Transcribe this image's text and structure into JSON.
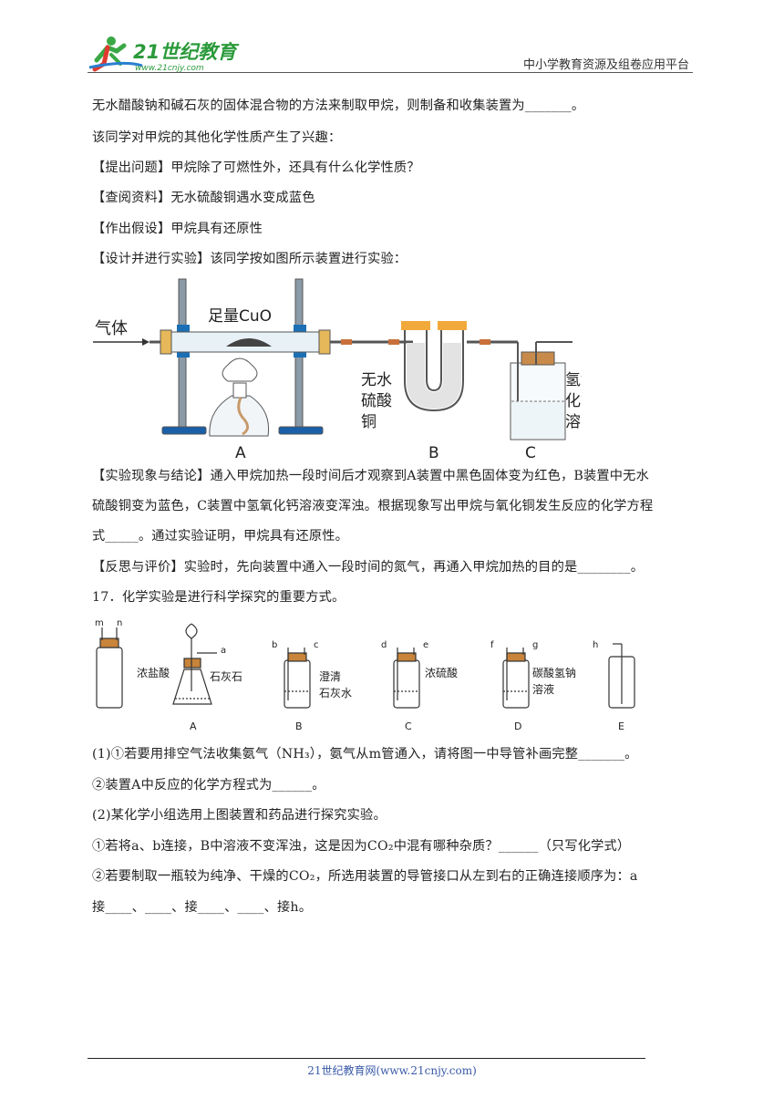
{
  "header": {
    "logo_text": "21世纪教育",
    "logo_url": "www.21cnjy.com",
    "right_text": "中小学教育资源及组卷应用平台"
  },
  "paragraphs": [
    "无水醋酸钠和碱石灰的固体混合物的方法来制取甲烷，则制备和收集装置为_______。",
    "该同学对甲烷的其他化学性质产生了兴趣：",
    "【提出问题】甲烷除了可燃性外，还具有什么化学性质？",
    "【查阅资料】无水硫酸铜遇水变成蓝色",
    "【作出假设】甲烷具有还原性",
    "【设计并进行实验】该同学按如图所示装置进行实验："
  ],
  "figure1": {
    "gas_label": "气体",
    "cuo_label": "足量CuO",
    "cuso4_label": [
      "无水",
      "硫酸",
      "铜"
    ],
    "caoh_label": [
      "氢氧",
      "化钙",
      "溶液"
    ],
    "letters": [
      "A",
      "B",
      "C"
    ]
  },
  "paragraphs2": [
    "【实验现象与结论】通入甲烷加热一段时间后才观察到A装置中黑色固体变为红色，B装置中无水",
    "硫酸铜变为蓝色，C装置中氢氧化钙溶液变浑浊。根据现象写出甲烷与氧化铜发生反应的化学方程",
    "式_____。通过实验证明，甲烷具有还原性。",
    "【反思与评价】实验时，先向装置中通入一段时间的氮气，再通入甲烷加热的目的是________。",
    "17．化学实验是进行科学探究的重要方式。"
  ],
  "figure2": {
    "port_labels": [
      "m",
      "n",
      "a",
      "b",
      "c",
      "d",
      "e",
      "f",
      "g",
      "h"
    ],
    "acid_label": "浓盐酸",
    "stone_label": "石灰石",
    "limewater_label": [
      "澄清",
      "石灰水"
    ],
    "h2so4_label": "浓硫酸",
    "nahco3_label": [
      "碳酸氢钠",
      "溶液"
    ],
    "letters": [
      "A",
      "B",
      "C",
      "D",
      "E"
    ]
  },
  "paragraphs3": [
    "(1)①若要用排空气法收集氨气（NH₃），氨气从m管通入，请将图一中导管补画完整_______。",
    "②装置A中反应的化学方程式为______。",
    "(2)某化学小组选用上图装置和药品进行探究实验。",
    "①若将a、b连接，B中溶液不变浑浊，这是因为CO₂中混有哪种杂质？______（只写化学式）",
    "②若要制取一瓶较为纯净、干燥的CO₂，所选用装置的导管接口从左到右的正确连接顺序为：a",
    "接____、____、接____、____、接h。"
  ],
  "footer": {
    "text": "21世纪教育网(www.21cnjy.com)"
  }
}
